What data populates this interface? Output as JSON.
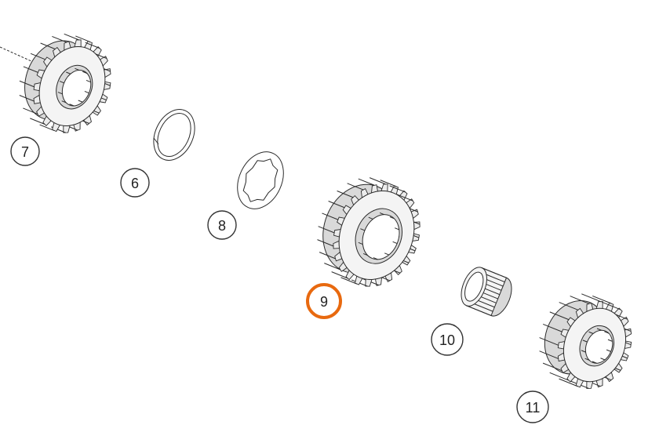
{
  "highlight_color": "#e8690f",
  "parts": [
    {
      "id": "7",
      "label": "7",
      "kind": "gear",
      "highlighted": false
    },
    {
      "id": "6",
      "label": "6",
      "kind": "snap-ring",
      "highlighted": false
    },
    {
      "id": "8",
      "label": "8",
      "kind": "splined-washer",
      "highlighted": false
    },
    {
      "id": "9",
      "label": "9",
      "kind": "gear",
      "highlighted": true
    },
    {
      "id": "10",
      "label": "10",
      "kind": "needle-bearing",
      "highlighted": false
    },
    {
      "id": "11",
      "label": "11",
      "kind": "gear",
      "highlighted": false
    }
  ]
}
